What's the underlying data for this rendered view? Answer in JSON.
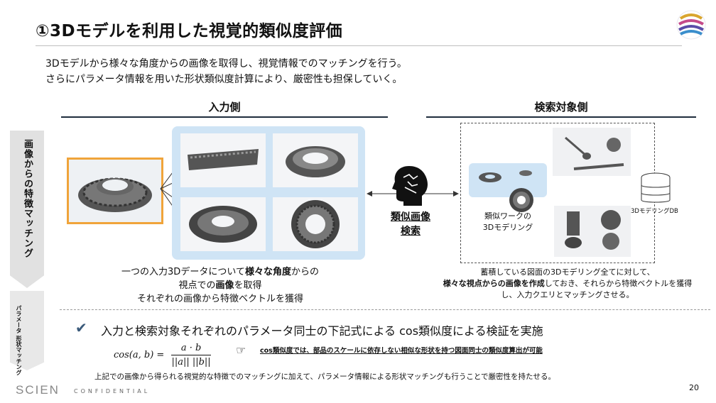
{
  "title": "①3Dモデルを利用した視覚的類似度評価",
  "intro": [
    "3Dモデルから様々な角度からの画像を取得し、視覚情報でのマッチングを行う。",
    "さらにパラメータ情報を用いた形状類似度計算により、厳密性も担保していく。"
  ],
  "columns": {
    "input": "入力側",
    "search": "検索対象側"
  },
  "side_labels": {
    "image": "画像からの特徴マッチング",
    "param": "パラメータ 形状マッチング"
  },
  "center_label": [
    "類似画像",
    "検索"
  ],
  "similar_label": [
    "類似ワークの",
    "3Dモデリング"
  ],
  "db_label": "3DモデリングDB",
  "input_caption": [
    {
      "pre": "一つの入力3Dデータについて",
      "bold": "様々な角度",
      "post": "からの"
    },
    {
      "pre": "視点での",
      "bold": "画像",
      "post": "を取得"
    },
    {
      "pre": "それぞれの画像から特徴ベクトルを獲得",
      "bold": "",
      "post": ""
    }
  ],
  "search_caption": [
    {
      "pre": "蓄積している図面の3Dモデリング全てに対して、",
      "bold": "",
      "post": ""
    },
    {
      "pre": "",
      "bold": "様々な視点からの画像を作成",
      "post": "しておき、それらから特徴ベクトルを獲得"
    },
    {
      "pre": "し、入力クエリとマッチングさせる。",
      "bold": "",
      "post": ""
    }
  ],
  "check_text": "入力と検索対象それぞれのパラメータ同士の下記式による cos類似度による検証を実施",
  "formula": {
    "lhs": "cos(a, b) =",
    "num": "a · b",
    "den": "||a|| ||b||"
  },
  "note": "cos類似度では、部品のスケールに依存しない相似な形状を持つ図面同士の類似度算出が可能",
  "bottom_note": "上記での画像から得られる視覚的な特徴でのマッチングに加えて、パラメータ情報による形状マッチングも行うことで厳密性を持たせる。",
  "brand": "SCIEN",
  "confidential": "CONFIDENTIAL",
  "page_number": "20",
  "icons": [
    "logo-icon",
    "gear-icon",
    "brain-icon",
    "database-icon",
    "checkmark-icon",
    "pointing-hand-icon",
    "arrow-icon"
  ]
}
